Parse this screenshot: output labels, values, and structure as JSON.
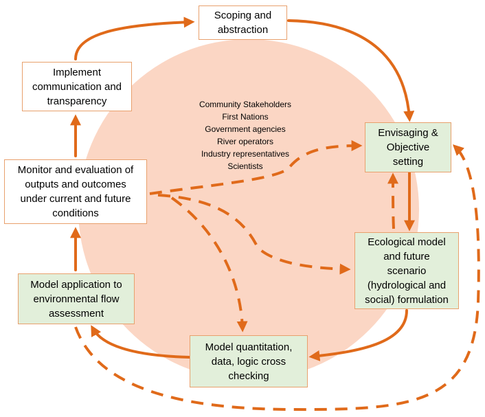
{
  "diagram": {
    "title": "",
    "colors": {
      "arrow": "#e06a1a",
      "circle": "#fbd6c4",
      "green_box": "#e2efda",
      "box_border": "#e8a06c"
    },
    "circle_label": {
      "lines": [
        "Community Stakeholders",
        "First Nations",
        "Government  agencies",
        "River operators",
        "Industry representatives",
        "Scientists"
      ]
    },
    "nodes": [
      {
        "id": "scoping",
        "text": "Scoping and\nabstraction",
        "fill": "white"
      },
      {
        "id": "implement",
        "text": "Implement\ncommunication and\ntransparency",
        "fill": "white"
      },
      {
        "id": "monitor",
        "text": "Monitor and evaluation of\noutputs and outcomes\nunder current and future\nconditions",
        "fill": "white"
      },
      {
        "id": "envisaging",
        "text": "Envisaging &\nObjective\nsetting",
        "fill": "green"
      },
      {
        "id": "ecological",
        "text": "Ecological model\nand future\nscenario\n(hydrological and\nsocial) formulation",
        "fill": "green"
      },
      {
        "id": "application",
        "text": "Model application to\nenvironmental flow\nassessment",
        "fill": "green"
      },
      {
        "id": "quantitation",
        "text": "Model quantitation,\ndata, logic cross\nchecking",
        "fill": "green"
      }
    ],
    "edges": [
      {
        "from": "scoping",
        "to": "envisaging",
        "style": "solid"
      },
      {
        "from": "envisaging",
        "to": "ecological",
        "style": "solid"
      },
      {
        "from": "ecological",
        "to": "quantitation",
        "style": "solid"
      },
      {
        "from": "quantitation",
        "to": "application",
        "style": "solid"
      },
      {
        "from": "application",
        "to": "monitor",
        "style": "solid"
      },
      {
        "from": "monitor",
        "to": "implement",
        "style": "solid"
      },
      {
        "from": "implement",
        "to": "scoping",
        "style": "solid"
      },
      {
        "from": "monitor",
        "to": "envisaging",
        "style": "dashed"
      },
      {
        "from": "monitor",
        "to": "ecological",
        "style": "dashed"
      },
      {
        "from": "monitor",
        "to": "quantitation",
        "style": "dashed"
      },
      {
        "from": "ecological",
        "to": "envisaging",
        "style": "dashed"
      },
      {
        "from": "application",
        "to": "envisaging",
        "style": "dashed"
      }
    ]
  }
}
